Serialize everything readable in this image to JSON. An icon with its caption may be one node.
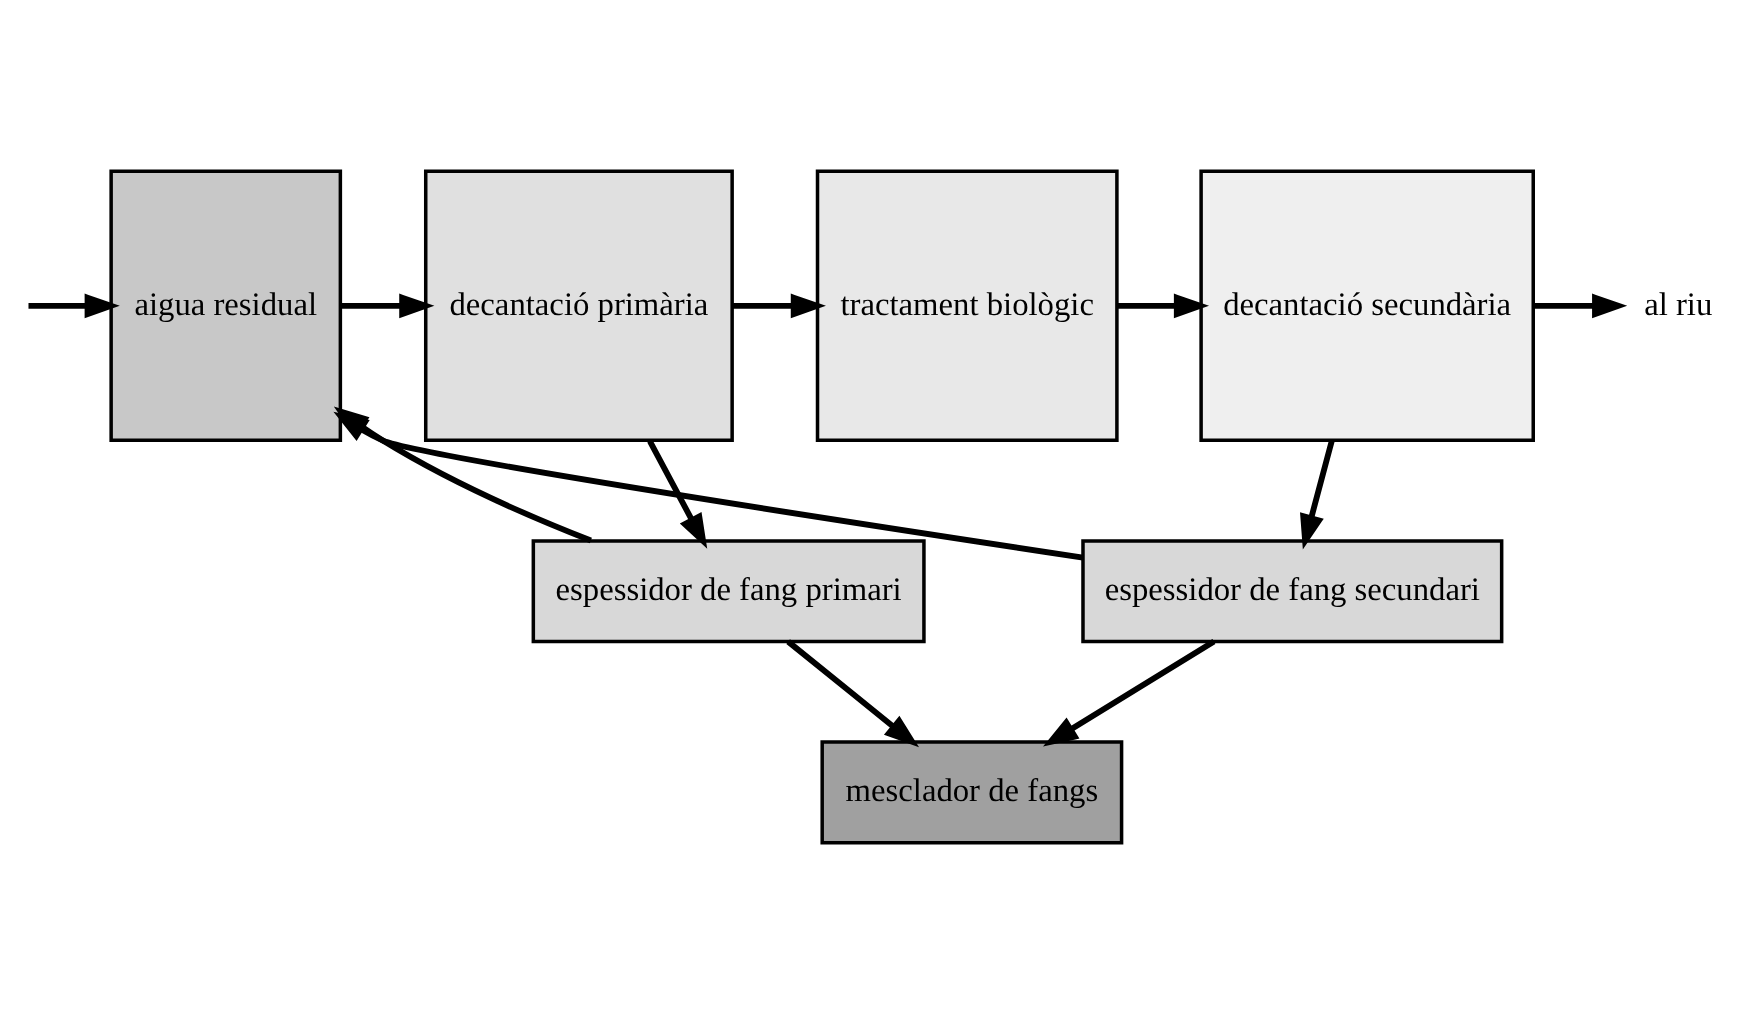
{
  "diagram": {
    "nodes": [
      {
        "text": [
          "aigua residual"
        ]
      },
      {
        "text": [
          "decantació primària"
        ]
      },
      {
        "text": [
          "tractament biològic"
        ]
      },
      {
        "text": [
          "decantació secundària"
        ]
      },
      {
        "text": [
          "espessidor de fang primari"
        ]
      },
      {
        "text": [
          "espessidor de fang secundari"
        ]
      },
      {
        "text": [
          "mesclador de fangs"
        ]
      },
      {
        "text": [
          "al riu"
        ]
      }
    ],
    "edges": [
      {
        "from": null,
        "to": 0,
        "arrow": "to"
      },
      {
        "from": 0,
        "to": 1,
        "arrow": "to"
      },
      {
        "from": 1,
        "to": 2,
        "arrow": "to"
      },
      {
        "from": 2,
        "to": 3,
        "arrow": "to"
      },
      {
        "from": 3,
        "to": 7,
        "arrow": "to"
      },
      {
        "from": 1,
        "to": 4,
        "arrow": "to"
      },
      {
        "from": 3,
        "to": 5,
        "arrow": "to"
      },
      {
        "from": 4,
        "to": 0,
        "arrow": "to"
      },
      {
        "from": 5,
        "to": 0,
        "arrow": "to"
      },
      {
        "from": 4,
        "to": 6,
        "arrow": "to"
      },
      {
        "from": 5,
        "to": 6,
        "arrow": "to"
      }
    ]
  }
}
